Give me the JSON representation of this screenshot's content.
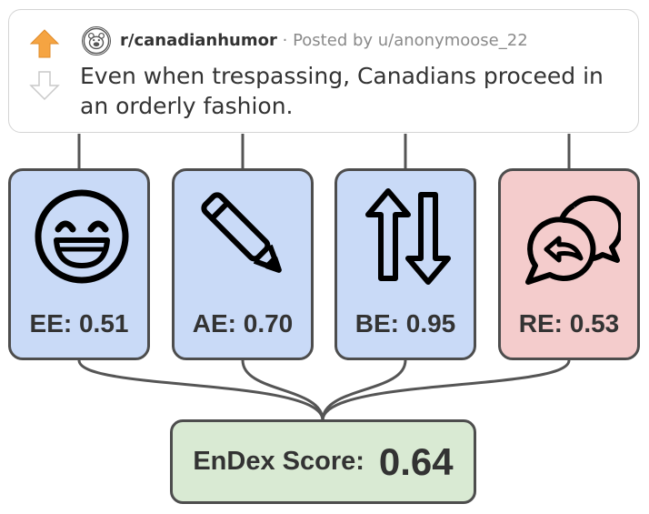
{
  "post": {
    "subreddit": "r/canadianhumor",
    "separator": "·",
    "posted_by": "Posted by u/anonymoose_22",
    "title": "Even when trespassing, Canadians proceed in an orderly fashion."
  },
  "metrics": [
    {
      "label": "EE: 0.51",
      "icon": "laughing-face-icon",
      "color": "#c9daf7"
    },
    {
      "label": "AE: 0.70",
      "icon": "pencil-icon",
      "color": "#c9daf7"
    },
    {
      "label": "BE: 0.95",
      "icon": "up-down-arrows-icon",
      "color": "#c9daf7"
    },
    {
      "label": "RE: 0.53",
      "icon": "reply-chat-icon",
      "color": "#f4cccc"
    }
  ],
  "score": {
    "label": "EnDex Score:",
    "value": "0.64",
    "color": "#d9ead3"
  },
  "colors": {
    "upvote": "#f5a442",
    "border": "#4d4d4d"
  }
}
